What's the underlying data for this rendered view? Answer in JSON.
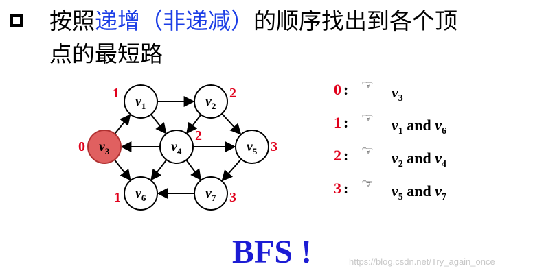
{
  "heading": {
    "part1": "按照",
    "highlight": "递增（非递减）",
    "part2": "的顺序找出到各个顶",
    "line2": "点的最短路"
  },
  "graph": {
    "nodes": [
      {
        "id": "v1",
        "letter": "v",
        "sub": "1",
        "dist": "1",
        "start": false
      },
      {
        "id": "v2",
        "letter": "v",
        "sub": "2",
        "dist": "2",
        "start": false
      },
      {
        "id": "v3",
        "letter": "v",
        "sub": "3",
        "dist": "0",
        "start": true
      },
      {
        "id": "v4",
        "letter": "v",
        "sub": "4",
        "dist": "2",
        "start": false
      },
      {
        "id": "v5",
        "letter": "v",
        "sub": "5",
        "dist": "3",
        "start": false
      },
      {
        "id": "v6",
        "letter": "v",
        "sub": "6",
        "dist": "1",
        "start": false
      },
      {
        "id": "v7",
        "letter": "v",
        "sub": "7",
        "dist": "3",
        "start": false
      }
    ],
    "edges": [
      [
        "v1",
        "v2"
      ],
      [
        "v3",
        "v1"
      ],
      [
        "v1",
        "v4"
      ],
      [
        "v2",
        "v4"
      ],
      [
        "v2",
        "v5"
      ],
      [
        "v4",
        "v3"
      ],
      [
        "v3",
        "v6"
      ],
      [
        "v4",
        "v5"
      ],
      [
        "v4",
        "v6"
      ],
      [
        "v4",
        "v7"
      ],
      [
        "v5",
        "v7"
      ],
      [
        "v7",
        "v6"
      ]
    ]
  },
  "steps": [
    {
      "num": "0",
      "colon": ":",
      "hand": "☞",
      "vertices": [
        {
          "letter": "v",
          "sub": "3"
        }
      ],
      "joiner": ""
    },
    {
      "num": "1",
      "colon": ":",
      "hand": "☞",
      "vertices": [
        {
          "letter": "v",
          "sub": "1"
        },
        {
          "letter": "v",
          "sub": "6"
        }
      ],
      "joiner": " and "
    },
    {
      "num": "2",
      "colon": ":",
      "hand": "☞",
      "vertices": [
        {
          "letter": "v",
          "sub": "2"
        },
        {
          "letter": "v",
          "sub": "4"
        }
      ],
      "joiner": " and "
    },
    {
      "num": "3",
      "colon": ":",
      "hand": "☞",
      "vertices": [
        {
          "letter": "v",
          "sub": "5"
        },
        {
          "letter": "v",
          "sub": "7"
        }
      ],
      "joiner": " and "
    }
  ],
  "footer": {
    "bfs": "BFS !",
    "watermark": "https://blog.csdn.net/Try_again_once"
  },
  "colors": {
    "distance": "#e0001b",
    "highlight": "#1c3ee6",
    "bfs": "#1c1cd4",
    "start_fill": "#e06060"
  }
}
